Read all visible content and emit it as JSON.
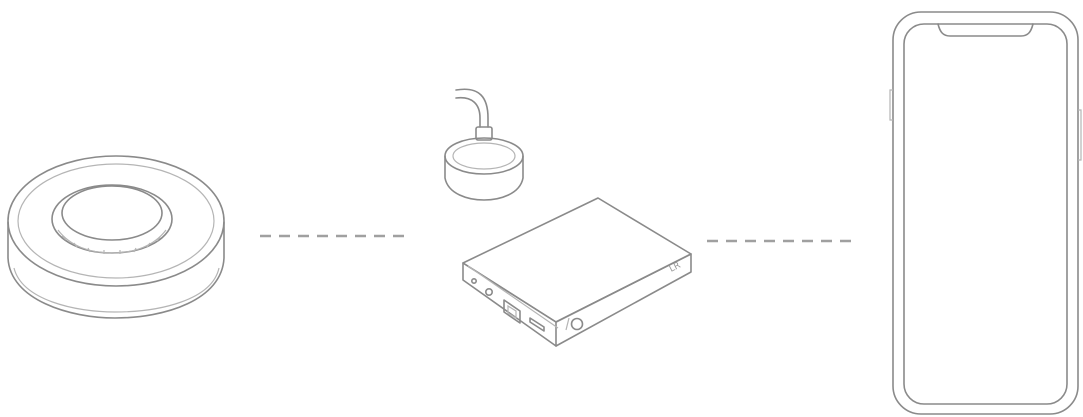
{
  "diagram": {
    "hub_device_label": "LR",
    "connections": [
      {
        "from": "smart-remote-puck",
        "to": "hub-box",
        "style": "dashed"
      },
      {
        "from": "hub-box",
        "to": "smartphone",
        "style": "dashed"
      }
    ]
  },
  "icons": {
    "remote": "smart-remote-puck-icon",
    "charger": "wireless-charger-icon",
    "hub": "hub-box-icon",
    "phone": "smartphone-icon"
  },
  "colors": {
    "stroke": "#8a8a8a",
    "dash": "#a0a0a0",
    "background": "#ffffff"
  }
}
